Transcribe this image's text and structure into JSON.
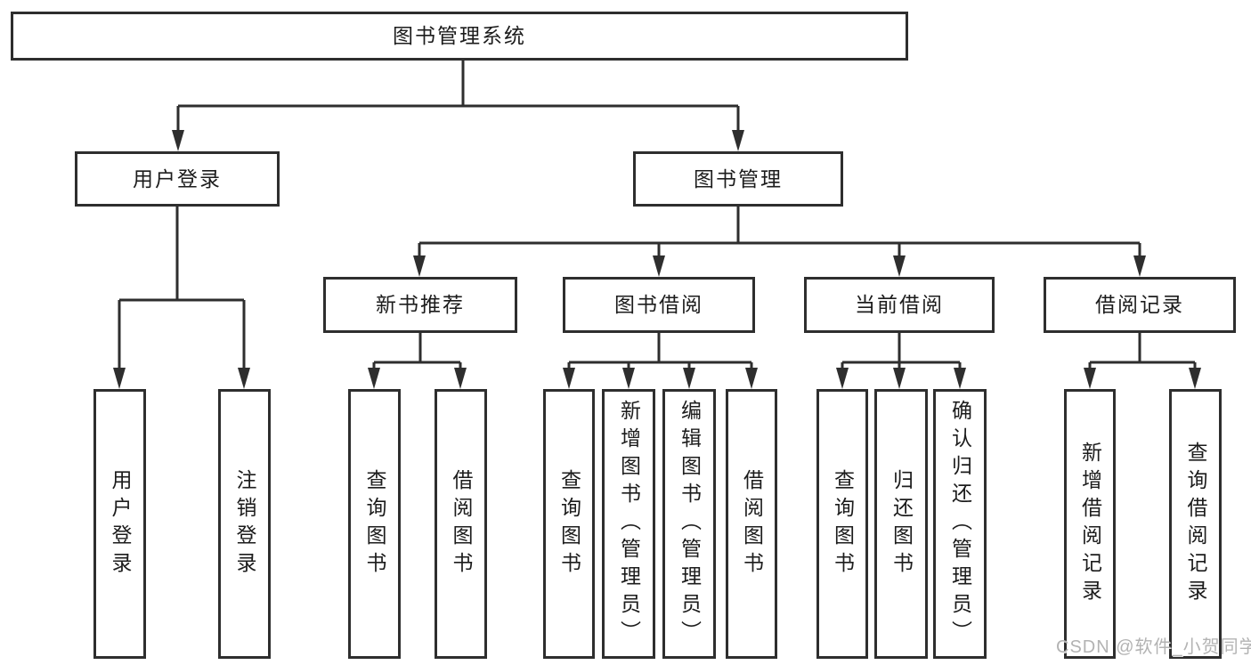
{
  "nodes": {
    "root": "图书管理系统",
    "user_login": "用户登录",
    "book_mgmt": "图书管理",
    "new_book_rec": "新书推荐",
    "book_borrow": "图书借阅",
    "current_borrow": "当前借阅",
    "borrow_record": "借阅记录",
    "ul_login": "用户登录",
    "ul_logout": "注销登录",
    "nbr_query": "查询图书",
    "nbr_borrow": "借阅图书",
    "bb_query": "查询图书",
    "bb_add": "新增图书（管理员）",
    "bb_edit": "编辑图书（管理员）",
    "bb_borrow": "借阅图书",
    "cb_query": "查询图书",
    "cb_return": "归还图书",
    "cb_confirm": "确认归还（管理员）",
    "br_add": "新增借阅记录",
    "br_query": "查询借阅记录"
  },
  "colors": {
    "line": "#2e2e2e",
    "text": "#1c1c1c",
    "background": "#ffffff",
    "watermark": "#b3b3b3"
  },
  "watermark": "CSDN @软件_小贺同学"
}
